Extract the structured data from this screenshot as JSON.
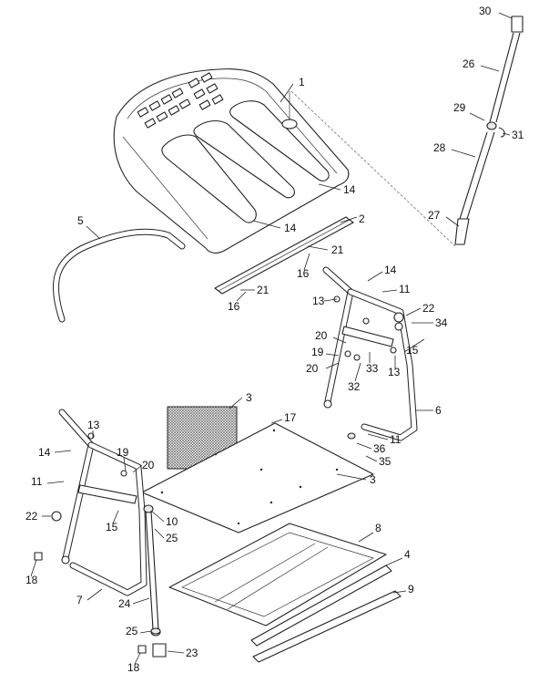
{
  "callouts": [
    {
      "id": "c1",
      "text": "1"
    },
    {
      "id": "c2",
      "text": "2"
    },
    {
      "id": "c3a",
      "text": "3"
    },
    {
      "id": "c3b",
      "text": "3"
    },
    {
      "id": "c4",
      "text": "4"
    },
    {
      "id": "c5",
      "text": "5"
    },
    {
      "id": "c6",
      "text": "6"
    },
    {
      "id": "c7",
      "text": "7"
    },
    {
      "id": "c8",
      "text": "8"
    },
    {
      "id": "c9",
      "text": "9"
    },
    {
      "id": "c10",
      "text": "10"
    },
    {
      "id": "c11a",
      "text": "11"
    },
    {
      "id": "c11b",
      "text": "11"
    },
    {
      "id": "c11c",
      "text": "11"
    },
    {
      "id": "c13a",
      "text": "13"
    },
    {
      "id": "c13b",
      "text": "13"
    },
    {
      "id": "c13c",
      "text": "13"
    },
    {
      "id": "c14a",
      "text": "14"
    },
    {
      "id": "c14b",
      "text": "14"
    },
    {
      "id": "c14c",
      "text": "14"
    },
    {
      "id": "c14d",
      "text": "14"
    },
    {
      "id": "c15a",
      "text": "15"
    },
    {
      "id": "c15b",
      "text": "15"
    },
    {
      "id": "c16a",
      "text": "16"
    },
    {
      "id": "c16b",
      "text": "16"
    },
    {
      "id": "c17",
      "text": "17"
    },
    {
      "id": "c18a",
      "text": "18"
    },
    {
      "id": "c18b",
      "text": "18"
    },
    {
      "id": "c19a",
      "text": "19"
    },
    {
      "id": "c19b",
      "text": "19"
    },
    {
      "id": "c20a",
      "text": "20"
    },
    {
      "id": "c20b",
      "text": "20"
    },
    {
      "id": "c20c",
      "text": "20"
    },
    {
      "id": "c21a",
      "text": "21"
    },
    {
      "id": "c21b",
      "text": "21"
    },
    {
      "id": "c22a",
      "text": "22"
    },
    {
      "id": "c22b",
      "text": "22"
    },
    {
      "id": "c23",
      "text": "23"
    },
    {
      "id": "c24",
      "text": "24"
    },
    {
      "id": "c25a",
      "text": "25"
    },
    {
      "id": "c25b",
      "text": "25"
    },
    {
      "id": "c26",
      "text": "26"
    },
    {
      "id": "c27",
      "text": "27"
    },
    {
      "id": "c28",
      "text": "28"
    },
    {
      "id": "c29",
      "text": "29"
    },
    {
      "id": "c30",
      "text": "30"
    },
    {
      "id": "c31",
      "text": "31"
    },
    {
      "id": "c32",
      "text": "32"
    },
    {
      "id": "c33",
      "text": "33"
    },
    {
      "id": "c34",
      "text": "34"
    },
    {
      "id": "c35",
      "text": "35"
    },
    {
      "id": "c36",
      "text": "36"
    }
  ]
}
